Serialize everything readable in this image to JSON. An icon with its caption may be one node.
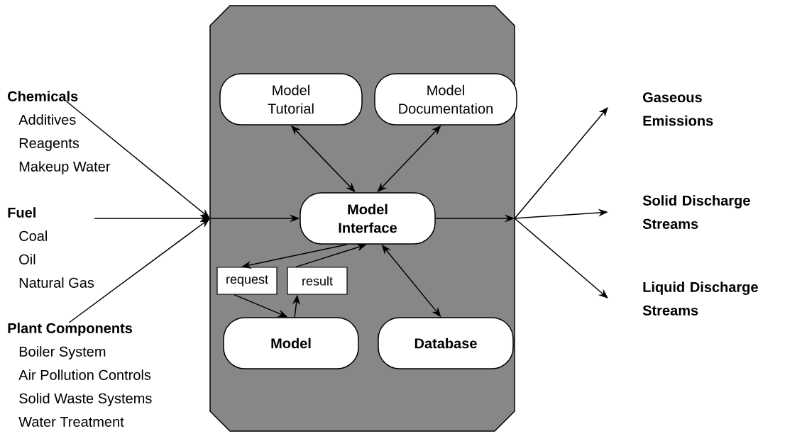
{
  "diagram": {
    "nodes": [
      {
        "text": [],
        "shape": "box"
      },
      {
        "text": [
          "Model Tutorial"
        ],
        "in": 0
      },
      {
        "text": [
          "Model Documentation"
        ],
        "in": 0
      },
      {
        "text": [
          "Model Interface"
        ],
        "in": 0
      },
      {
        "text": [
          "request"
        ],
        "in": 0
      },
      {
        "text": [
          "result"
        ],
        "in": 0
      },
      {
        "text": [
          "Model"
        ],
        "in": 0
      },
      {
        "text": [
          "Database"
        ],
        "in": 0
      },
      {
        "text": [
          "Chemicals",
          "Additives",
          "Reagents",
          "Makeup Water"
        ]
      },
      {
        "text": [
          "Fuel",
          "Coal",
          "Oil",
          "Natural Gas"
        ]
      },
      {
        "text": [
          "Plant Components",
          "Boiler System",
          "Air Pollution Controls",
          "Solid Waste Systems",
          "Water Treatment"
        ]
      },
      {
        "text": [
          "Gaseous Emissions"
        ]
      },
      {
        "text": [
          "Solid Discharge Streams"
        ]
      },
      {
        "text": [
          "Liquid Discharge Streams"
        ]
      }
    ],
    "edges": [
      {
        "from": 8,
        "to": 0,
        "arrow": "to"
      },
      {
        "from": 9,
        "to": 0,
        "arrow": "to"
      },
      {
        "from": 10,
        "to": 0,
        "arrow": "to"
      },
      {
        "from": 0,
        "to": 3,
        "arrow": "to"
      },
      {
        "from": 3,
        "to": 0,
        "arrow": "to"
      },
      {
        "from": 0,
        "to": 11,
        "arrow": "to"
      },
      {
        "from": 0,
        "to": 12,
        "arrow": "to"
      },
      {
        "from": 0,
        "to": 13,
        "arrow": "to"
      },
      {
        "from": 1,
        "to": 3,
        "arrow": "both"
      },
      {
        "from": 2,
        "to": 3,
        "arrow": "both"
      },
      {
        "from": 3,
        "to": 7,
        "arrow": "both"
      },
      {
        "from": 3,
        "to": 4,
        "arrow": "to"
      },
      {
        "from": 4,
        "to": 6,
        "arrow": "to"
      },
      {
        "from": 6,
        "to": 5,
        "arrow": "to"
      },
      {
        "from": 5,
        "to": 3,
        "arrow": "to"
      }
    ]
  }
}
